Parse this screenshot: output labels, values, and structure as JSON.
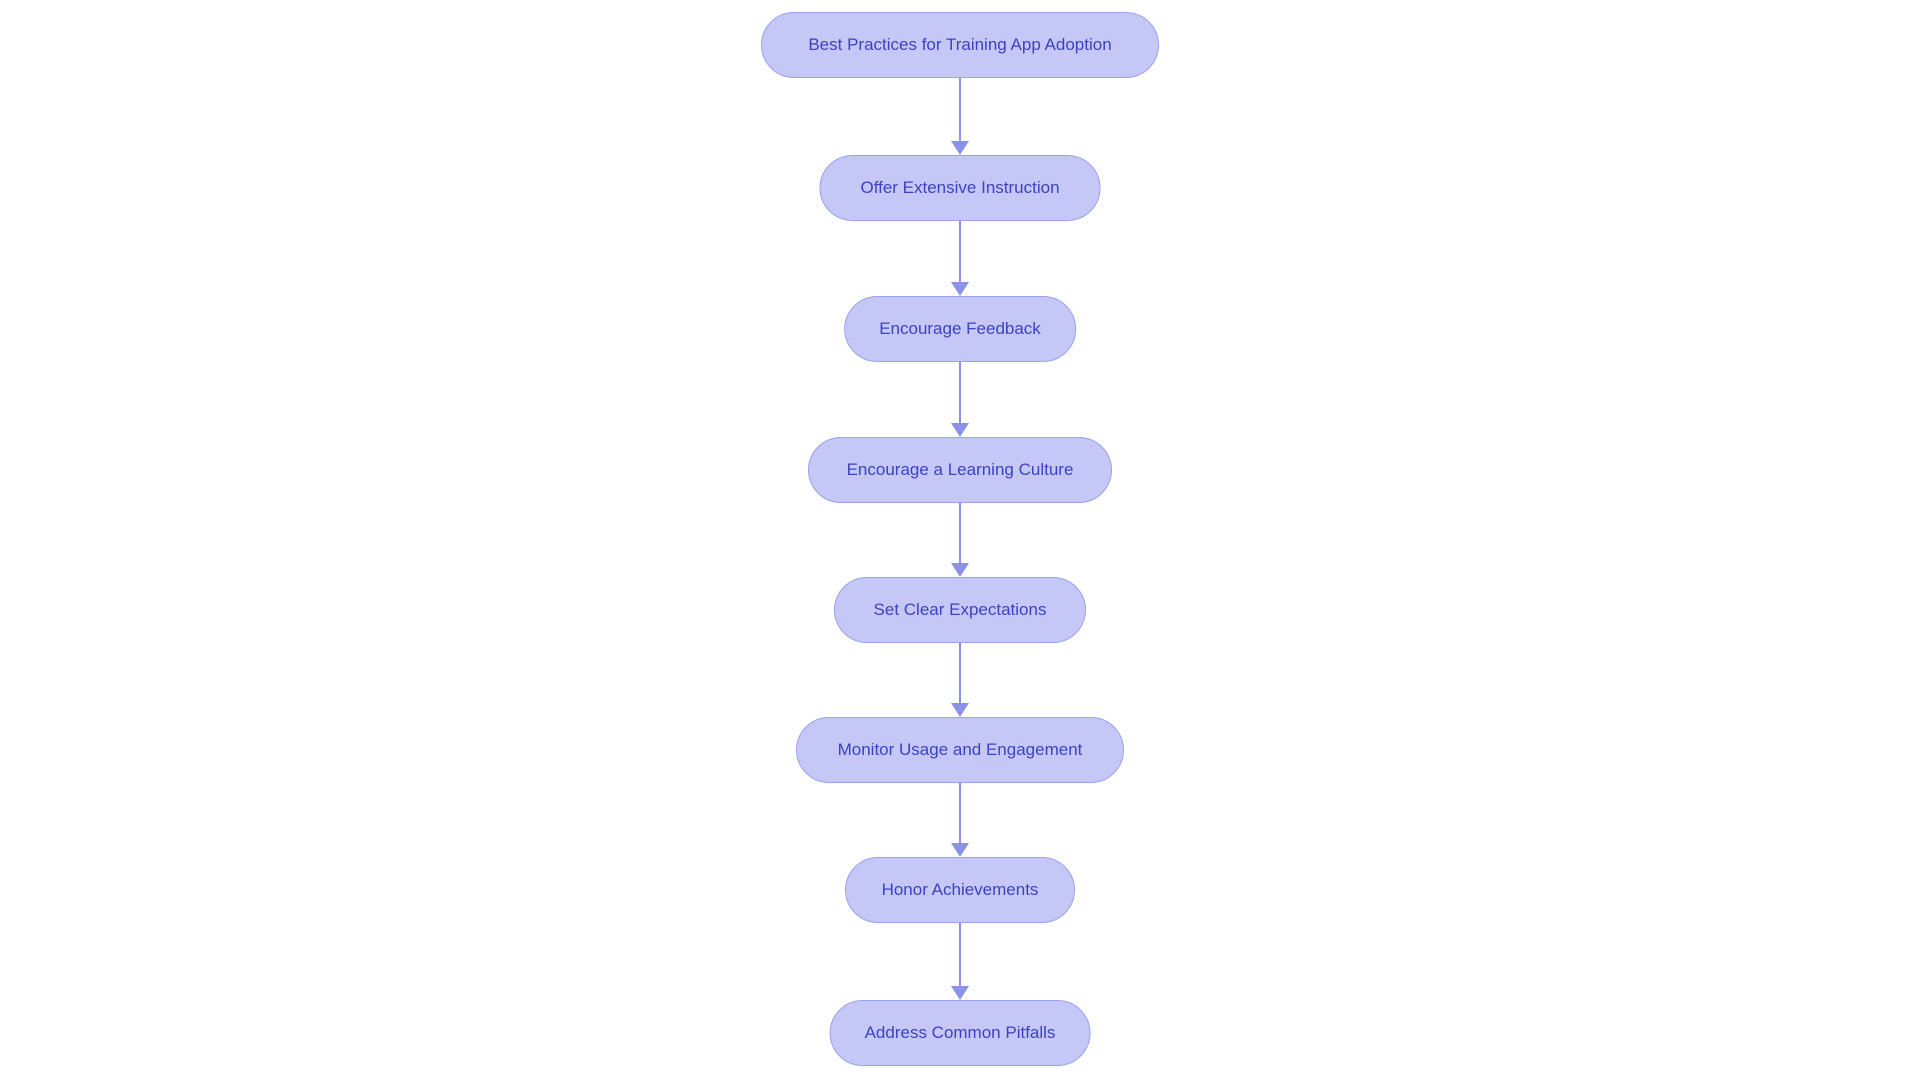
{
  "flowchart": {
    "type": "vertical-flowchart",
    "colors": {
      "node_fill": "#c5c8f6",
      "node_border": "#9aa1ee",
      "node_text": "#3c42c1",
      "arrow": "#8b91e8",
      "background": "#ffffff"
    },
    "nodes": [
      {
        "label": "Best Practices for Training App Adoption"
      },
      {
        "label": "Offer Extensive Instruction"
      },
      {
        "label": "Encourage Feedback"
      },
      {
        "label": "Encourage a Learning Culture"
      },
      {
        "label": "Set Clear Expectations"
      },
      {
        "label": "Monitor Usage and Engagement"
      },
      {
        "label": "Honor Achievements"
      },
      {
        "label": "Address Common Pitfalls"
      }
    ],
    "edges": [
      {
        "from": 0,
        "to": 1
      },
      {
        "from": 1,
        "to": 2
      },
      {
        "from": 2,
        "to": 3
      },
      {
        "from": 3,
        "to": 4
      },
      {
        "from": 4,
        "to": 5
      },
      {
        "from": 5,
        "to": 6
      },
      {
        "from": 6,
        "to": 7
      }
    ]
  }
}
